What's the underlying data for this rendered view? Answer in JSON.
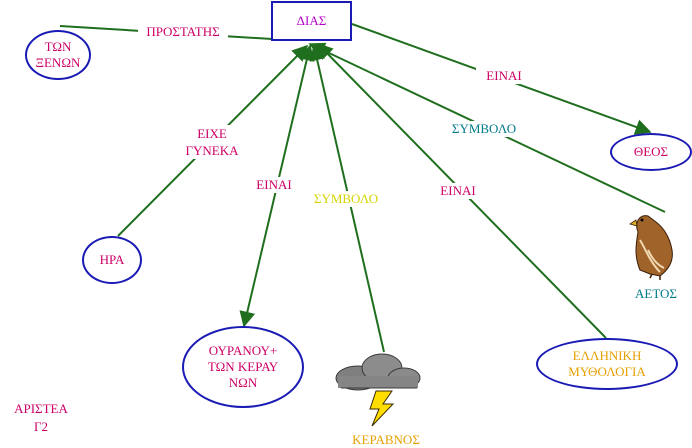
{
  "colors": {
    "edge": "#1f6f1f",
    "node_border": "#1a1ab4",
    "magenta": "#cc0066",
    "teal": "#007b8a",
    "yellow": "#d4d400",
    "purple": "#b400c8"
  },
  "nodes": {
    "dias": "ΔΙΑΣ",
    "ton_xenon": [
      "ΤΩΝ",
      "ΞΕΝΩΝ"
    ],
    "theos": "ΘΕΟΣ",
    "hra": "ΗΡΑ",
    "ouranou": [
      "ΟΥΡΑΝΟΥ+",
      "ΤΩΝ ΚΕΡΑΥ",
      "ΝΩΝ"
    ],
    "elliniki": [
      "ΕΛΛΗΝΙΚΗ",
      "ΜΥΘΟΛΟΓΙΑ"
    ],
    "aetos": "ΑΕΤΟΣ",
    "keravnos": "ΚΕΡΑΒΝΟΣ"
  },
  "edge_labels": {
    "prostatis": "ΠΡΟΣΤΑΤΗΣ",
    "einai_theos": "ΕΙΝΑΙ",
    "symvolo_aetos": "ΣΥΜΒΟΛΟ",
    "eixe_gyneka": [
      "ΕΙΧΕ",
      "ΓΥΝΕΚΑ"
    ],
    "einai_ouranou": "ΕΙΝΑΙ",
    "symvolo_keravnos": "ΣΥΜΒΟΛΟ",
    "einai_mythologia": "ΕΙΝΑΙ"
  },
  "author": [
    "ΑΡΙΣΤΕΑ",
    "Γ2"
  ]
}
